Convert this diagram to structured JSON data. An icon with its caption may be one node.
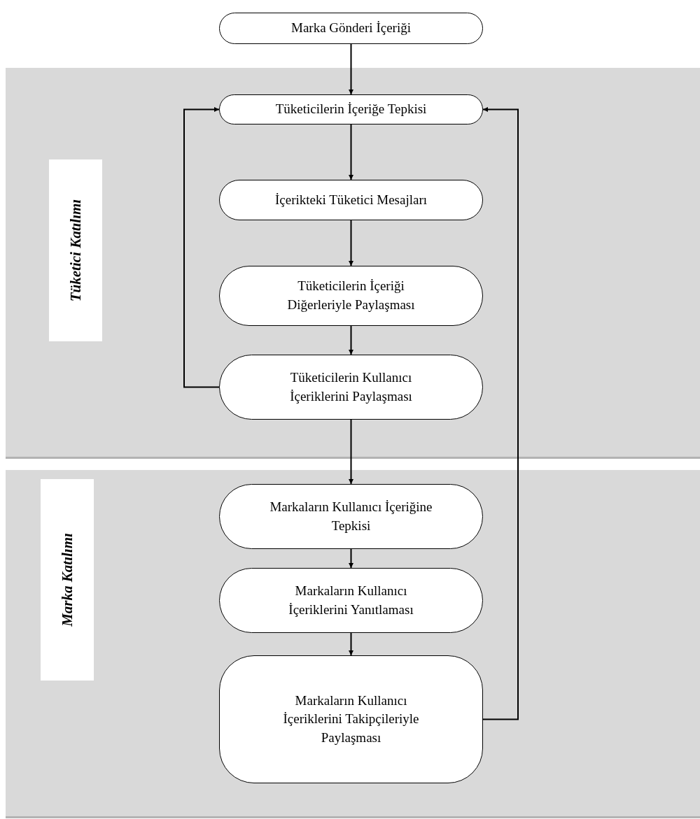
{
  "diagram": {
    "nodes": [
      {
        "text": [
          "Marka Gönderi İçeriği"
        ]
      },
      {
        "text": [],
        "shape": "box"
      },
      {
        "text": [
          "Tüketici Katılımı"
        ],
        "in": 1
      },
      {
        "text": [
          "Tüketicilerin İçeriğe Tepkisi"
        ],
        "in": 1
      },
      {
        "text": [
          "İçerikteki Tüketici Mesajları"
        ],
        "in": 1
      },
      {
        "text": [
          "Tüketicilerin İçeriği Diğerleriyle Paylaşması"
        ],
        "in": 1
      },
      {
        "text": [
          "Tüketicilerin Kullanıcı İçeriklerini Paylaşması"
        ],
        "in": 1
      },
      {
        "text": [],
        "shape": "box"
      },
      {
        "text": [
          "Marka Katılımı"
        ],
        "in": 7
      },
      {
        "text": [
          "Markaların Kullanıcı İçeriğine Tepkisi"
        ],
        "in": 7
      },
      {
        "text": [
          "Markaların Kullanıcı İçeriklerini Yanıtlaması"
        ],
        "in": 7
      },
      {
        "text": [
          "Markaların Kullanıcı İçeriklerini Takipçileriyle Paylaşması"
        ],
        "in": 7
      }
    ],
    "edges": [
      {
        "from": 0,
        "to": 3,
        "arrow": "to"
      },
      {
        "from": 3,
        "to": 4,
        "arrow": "to"
      },
      {
        "from": 4,
        "to": 5,
        "arrow": "to"
      },
      {
        "from": 5,
        "to": 6,
        "arrow": "to"
      },
      {
        "from": 6,
        "to": 3,
        "arrow": "to"
      },
      {
        "from": 6,
        "to": 9,
        "arrow": "to"
      },
      {
        "from": 9,
        "to": 10,
        "arrow": "to"
      },
      {
        "from": 10,
        "to": 11,
        "arrow": "to"
      },
      {
        "from": 11,
        "to": 3,
        "arrow": "to"
      }
    ]
  }
}
